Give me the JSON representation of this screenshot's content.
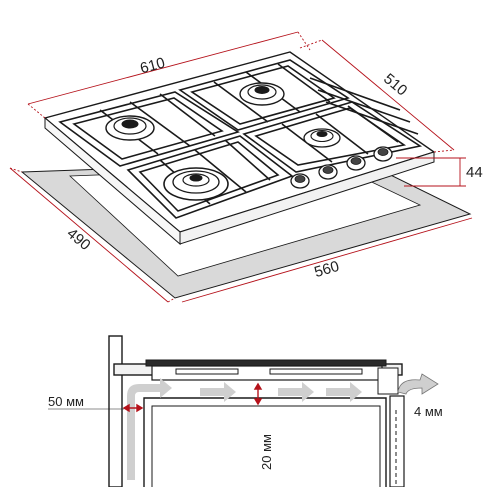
{
  "dimensions": {
    "top_width": "610",
    "top_depth": "510",
    "height": "44",
    "cutout_depth": "490",
    "cutout_width": "560"
  },
  "section": {
    "side_gap": "50 мм",
    "vent_gap": "20 мм",
    "rear_gap": "4 мм"
  },
  "colors": {
    "dimension_line": "#b5121b",
    "cutout_fill": "#d9d9d9",
    "outline": "#1a1a1a",
    "air_arrow": "#cfcfcf",
    "panel_fill": "#f2f2f2"
  }
}
